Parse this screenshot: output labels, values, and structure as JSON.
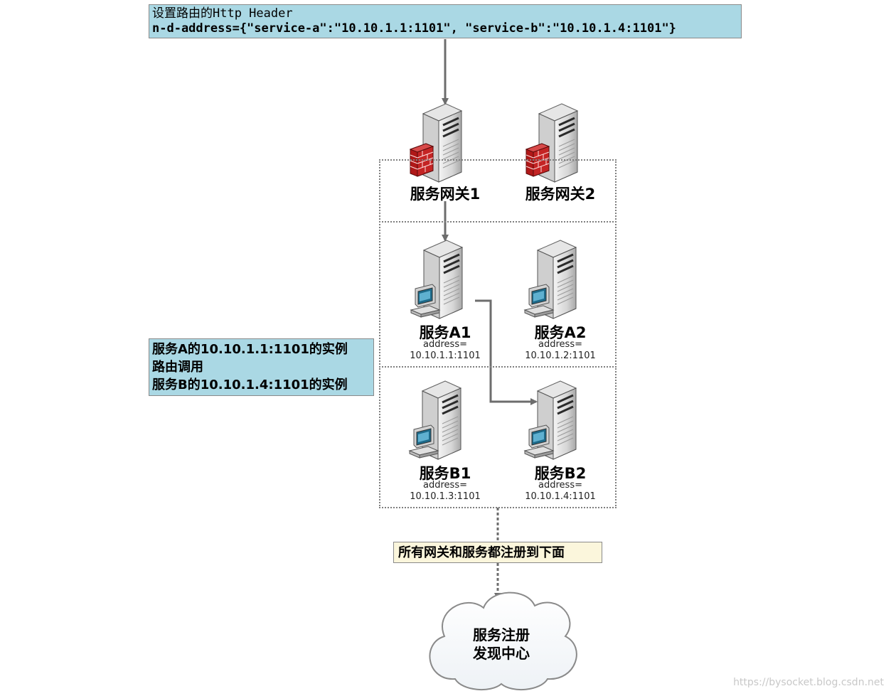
{
  "header_note": {
    "line1": "设置路由的Http Header",
    "line2": "n-d-address={\"service-a\":\"10.10.1.1:1101\", \"service-b\":\"10.10.1.4:1101\"}"
  },
  "gateways": [
    {
      "label": "服务网关1"
    },
    {
      "label": "服务网关2"
    }
  ],
  "services": [
    {
      "label": "服务A1",
      "address_key": "address=",
      "address": "10.10.1.1:1101"
    },
    {
      "label": "服务A2",
      "address_key": "address=",
      "address": "10.10.1.2:1101"
    },
    {
      "label": "服务B1",
      "address_key": "address=",
      "address": "10.10.1.3:1101"
    },
    {
      "label": "服务B2",
      "address_key": "address=",
      "address": "10.10.1.4:1101"
    }
  ],
  "side_note": {
    "line1": "服务A的10.10.1.1:1101的实例",
    "line2": "路由调用",
    "line3": "服务B的10.10.1.4:1101的实例"
  },
  "register_note": "所有网关和服务都注册到下面",
  "registry": {
    "line1": "服务注册",
    "line2": "发现中心"
  },
  "watermark": "https://bysocket.blog.csdn.net",
  "icons": {
    "gateway": "server-firewall-icon",
    "service": "server-workstation-icon",
    "registry": "cloud-icon"
  },
  "colors": {
    "note_blue": "#aad8e4",
    "note_yellow": "#fbf6dc",
    "firewall_red": "#c41e1e",
    "arrow_gray": "#6d6d6d"
  }
}
